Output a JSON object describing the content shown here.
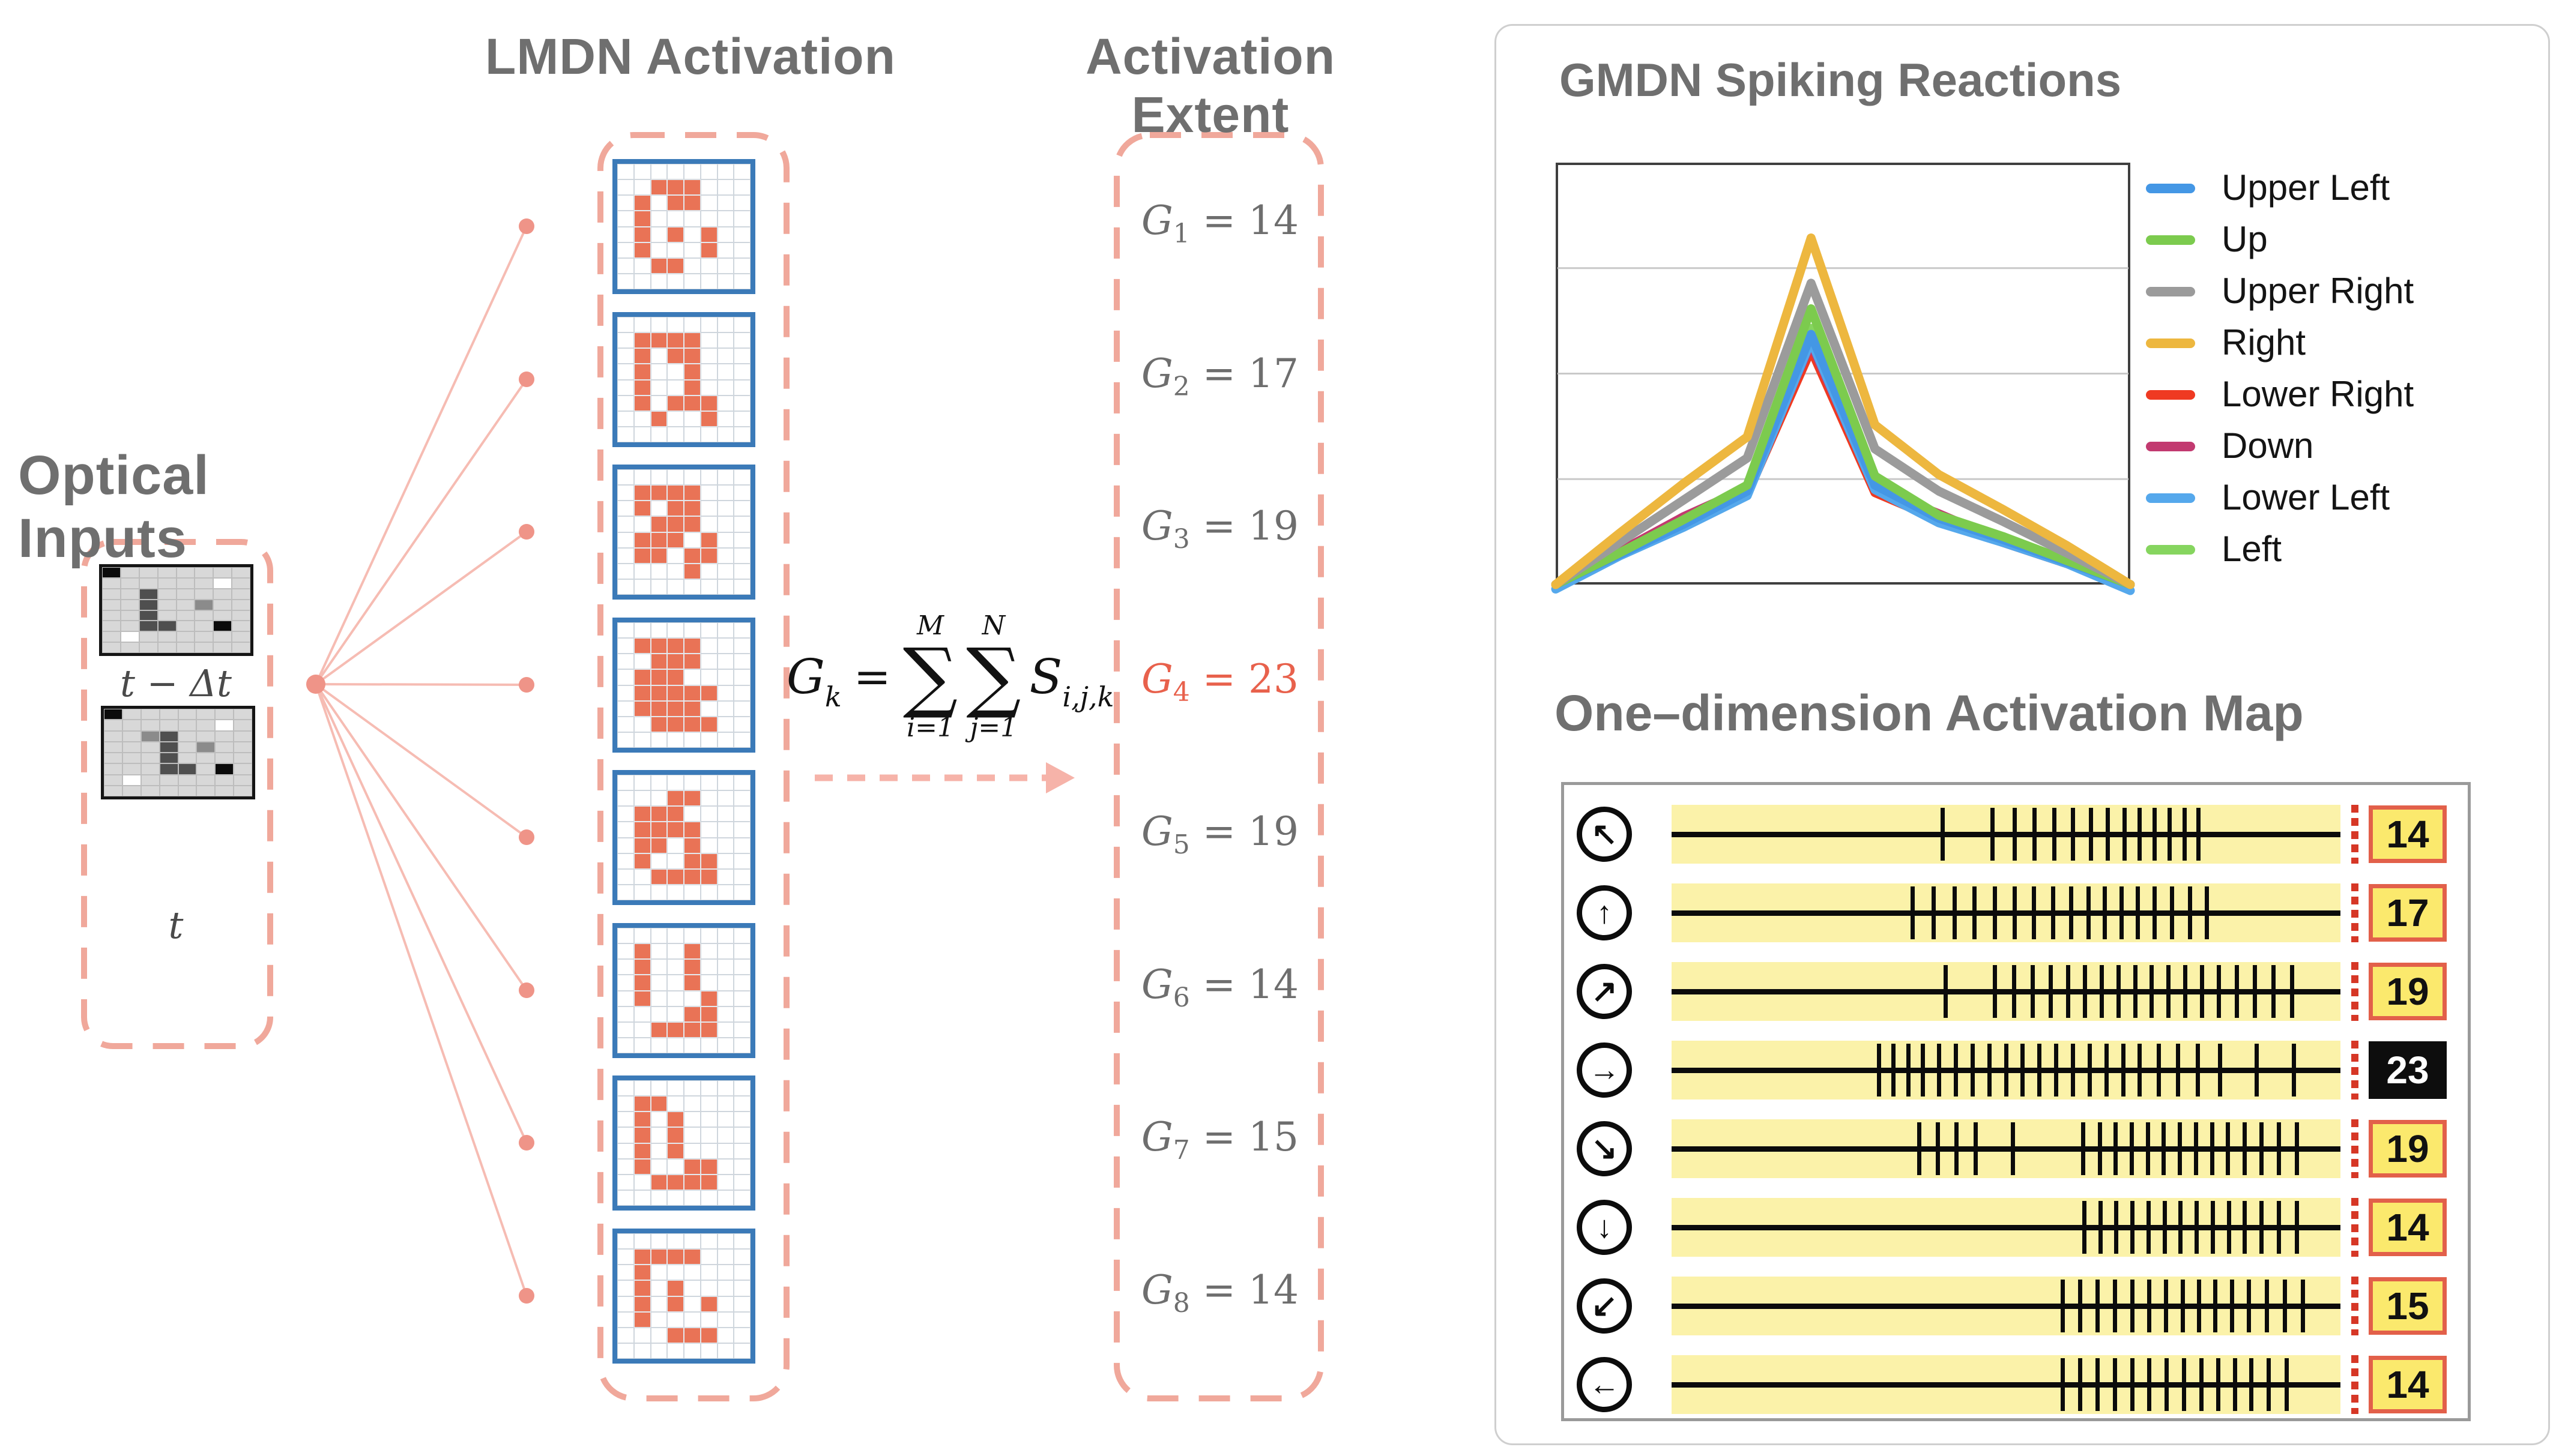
{
  "headings": {
    "optical_inputs": "Optical Inputs",
    "lmdn_activation": "LMDN Activation",
    "activation_extent": "Activation Extent"
  },
  "optical_inputs": {
    "grid_rows": 8,
    "grid_cols": 8,
    "grids": [
      {
        "label": "t − Δt",
        "cells": [
          [
            0,
            0,
            "black"
          ],
          [
            1,
            6,
            "white"
          ],
          [
            2,
            2,
            "dark"
          ],
          [
            3,
            2,
            "dark"
          ],
          [
            3,
            5,
            "mid"
          ],
          [
            4,
            2,
            "dark"
          ],
          [
            5,
            2,
            "dark"
          ],
          [
            5,
            3,
            "dark"
          ],
          [
            5,
            6,
            "black"
          ],
          [
            6,
            1,
            "white"
          ]
        ]
      },
      {
        "label": "t",
        "cells": [
          [
            0,
            0,
            "black"
          ],
          [
            1,
            6,
            "white"
          ],
          [
            2,
            2,
            "mid"
          ],
          [
            2,
            3,
            "dark"
          ],
          [
            3,
            3,
            "dark"
          ],
          [
            3,
            5,
            "mid"
          ],
          [
            4,
            3,
            "dark"
          ],
          [
            5,
            3,
            "dark"
          ],
          [
            5,
            4,
            "dark"
          ],
          [
            5,
            6,
            "black"
          ],
          [
            6,
            1,
            "white"
          ]
        ]
      }
    ]
  },
  "lmdn": {
    "grid_rows": 8,
    "grid_cols": 8,
    "grids": [
      {
        "id": "G1",
        "cells": [
          [
            1,
            2
          ],
          [
            1,
            3
          ],
          [
            1,
            4
          ],
          [
            2,
            1
          ],
          [
            2,
            3
          ],
          [
            2,
            4
          ],
          [
            3,
            1
          ],
          [
            4,
            1
          ],
          [
            4,
            3
          ],
          [
            4,
            5
          ],
          [
            5,
            1
          ],
          [
            5,
            5
          ],
          [
            6,
            2
          ],
          [
            6,
            3
          ]
        ]
      },
      {
        "id": "G2",
        "cells": [
          [
            1,
            1
          ],
          [
            1,
            2
          ],
          [
            1,
            3
          ],
          [
            1,
            4
          ],
          [
            2,
            1
          ],
          [
            2,
            3
          ],
          [
            2,
            4
          ],
          [
            3,
            1
          ],
          [
            3,
            4
          ],
          [
            4,
            1
          ],
          [
            4,
            4
          ],
          [
            5,
            1
          ],
          [
            5,
            3
          ],
          [
            5,
            4
          ],
          [
            5,
            5
          ],
          [
            6,
            2
          ],
          [
            6,
            5
          ]
        ]
      },
      {
        "id": "G3",
        "cells": [
          [
            1,
            1
          ],
          [
            1,
            2
          ],
          [
            1,
            3
          ],
          [
            1,
            4
          ],
          [
            2,
            1
          ],
          [
            2,
            3
          ],
          [
            2,
            4
          ],
          [
            3,
            2
          ],
          [
            3,
            3
          ],
          [
            3,
            4
          ],
          [
            4,
            1
          ],
          [
            4,
            2
          ],
          [
            4,
            3
          ],
          [
            4,
            5
          ],
          [
            5,
            1
          ],
          [
            5,
            2
          ],
          [
            5,
            4
          ],
          [
            5,
            5
          ],
          [
            6,
            4
          ]
        ]
      },
      {
        "id": "G4",
        "cells": [
          [
            1,
            1
          ],
          [
            1,
            2
          ],
          [
            1,
            3
          ],
          [
            1,
            4
          ],
          [
            2,
            2
          ],
          [
            2,
            3
          ],
          [
            2,
            4
          ],
          [
            3,
            1
          ],
          [
            3,
            2
          ],
          [
            3,
            3
          ],
          [
            4,
            1
          ],
          [
            4,
            2
          ],
          [
            4,
            3
          ],
          [
            4,
            4
          ],
          [
            4,
            5
          ],
          [
            5,
            1
          ],
          [
            5,
            2
          ],
          [
            5,
            3
          ],
          [
            5,
            4
          ],
          [
            6,
            2
          ],
          [
            6,
            3
          ],
          [
            6,
            4
          ],
          [
            6,
            5
          ]
        ]
      },
      {
        "id": "G5",
        "cells": [
          [
            1,
            3
          ],
          [
            1,
            4
          ],
          [
            2,
            1
          ],
          [
            2,
            2
          ],
          [
            2,
            3
          ],
          [
            3,
            1
          ],
          [
            3,
            2
          ],
          [
            3,
            3
          ],
          [
            3,
            4
          ],
          [
            4,
            1
          ],
          [
            4,
            2
          ],
          [
            4,
            4
          ],
          [
            5,
            1
          ],
          [
            5,
            4
          ],
          [
            5,
            5
          ],
          [
            6,
            2
          ],
          [
            6,
            3
          ],
          [
            6,
            4
          ],
          [
            6,
            5
          ]
        ]
      },
      {
        "id": "G6",
        "cells": [
          [
            1,
            1
          ],
          [
            1,
            4
          ],
          [
            2,
            1
          ],
          [
            2,
            4
          ],
          [
            3,
            1
          ],
          [
            3,
            4
          ],
          [
            4,
            1
          ],
          [
            4,
            5
          ],
          [
            5,
            4
          ],
          [
            5,
            5
          ],
          [
            6,
            2
          ],
          [
            6,
            3
          ],
          [
            6,
            4
          ],
          [
            6,
            5
          ]
        ]
      },
      {
        "id": "G7",
        "cells": [
          [
            1,
            1
          ],
          [
            1,
            2
          ],
          [
            2,
            1
          ],
          [
            2,
            3
          ],
          [
            3,
            1
          ],
          [
            3,
            3
          ],
          [
            4,
            1
          ],
          [
            4,
            3
          ],
          [
            5,
            1
          ],
          [
            5,
            4
          ],
          [
            5,
            5
          ],
          [
            6,
            2
          ],
          [
            6,
            3
          ],
          [
            6,
            4
          ],
          [
            6,
            5
          ]
        ]
      },
      {
        "id": "G8",
        "cells": [
          [
            1,
            1
          ],
          [
            1,
            2
          ],
          [
            1,
            3
          ],
          [
            1,
            4
          ],
          [
            2,
            1
          ],
          [
            3,
            1
          ],
          [
            3,
            3
          ],
          [
            4,
            1
          ],
          [
            4,
            3
          ],
          [
            4,
            5
          ],
          [
            5,
            1
          ],
          [
            6,
            3
          ],
          [
            6,
            4
          ],
          [
            6,
            5
          ]
        ]
      }
    ]
  },
  "formula": {
    "lhs": "G",
    "lhs_sub": "k",
    "eq": "=",
    "sigma": "∑",
    "sum1_top": "M",
    "sum1_bot": "i=1",
    "sum2_top": "N",
    "sum2_bot": "j=1",
    "rhs": "S",
    "rhs_sub": "i,j,k"
  },
  "activation_extent": {
    "items": [
      {
        "name": "G",
        "sub": "1",
        "value": 14,
        "highlight": false
      },
      {
        "name": "G",
        "sub": "2",
        "value": 17,
        "highlight": false
      },
      {
        "name": "G",
        "sub": "3",
        "value": 19,
        "highlight": false
      },
      {
        "name": "G",
        "sub": "4",
        "value": 23,
        "highlight": true
      },
      {
        "name": "G",
        "sub": "5",
        "value": 19,
        "highlight": false
      },
      {
        "name": "G",
        "sub": "6",
        "value": 14,
        "highlight": false
      },
      {
        "name": "G",
        "sub": "7",
        "value": 15,
        "highlight": false
      },
      {
        "name": "G",
        "sub": "8",
        "value": 14,
        "highlight": false
      }
    ]
  },
  "chart_data": {
    "type": "line",
    "title": "GMDN Spiking Reactions",
    "x": [
      0,
      1,
      2,
      3,
      4,
      5,
      6,
      7,
      8,
      9
    ],
    "xlabel": "",
    "ylabel": "",
    "ylim": [
      0,
      28
    ],
    "gridlines": [
      7,
      14,
      21
    ],
    "grid_on": true,
    "legend_position": "right",
    "series": [
      {
        "name": "Upper Left",
        "color": "#4497e5",
        "values": [
          0,
          2.0,
          4.0,
          6.2,
          16.6,
          6.6,
          4.4,
          3.0,
          1.5,
          0
        ]
      },
      {
        "name": "Up",
        "color": "#7ccb4e",
        "values": [
          0,
          2.1,
          4.3,
          6.6,
          18.3,
          7.2,
          4.6,
          3.2,
          1.6,
          0
        ]
      },
      {
        "name": "Upper Right",
        "color": "#9b9b9b",
        "values": [
          0,
          2.8,
          5.6,
          8.4,
          20.0,
          9.0,
          6.2,
          4.2,
          2.1,
          0
        ]
      },
      {
        "name": "Right",
        "color": "#edb73f",
        "values": [
          0,
          3.4,
          6.7,
          9.8,
          23.0,
          10.6,
          7.3,
          5.0,
          2.6,
          0
        ]
      },
      {
        "name": "Lower Right",
        "color": "#ef3a22",
        "values": [
          0,
          2.1,
          4.2,
          6.0,
          15.6,
          6.1,
          4.3,
          2.8,
          1.4,
          0
        ]
      },
      {
        "name": "Down",
        "color": "#c23a70",
        "values": [
          0,
          2.2,
          4.5,
          6.4,
          16.0,
          6.4,
          4.7,
          2.9,
          1.5,
          0
        ]
      },
      {
        "name": "Lower Left",
        "color": "#55a8ec",
        "values": [
          -0.3,
          1.9,
          3.8,
          5.9,
          16.2,
          6.3,
          4.1,
          2.8,
          1.4,
          -0.4
        ]
      },
      {
        "name": "Left",
        "color": "#86d55f",
        "values": [
          0,
          2.0,
          4.1,
          6.3,
          17.0,
          6.9,
          4.5,
          3.1,
          1.6,
          0
        ]
      }
    ],
    "draw_order": [
      "Lower Right",
      "Down",
      "Left",
      "Lower Left",
      "Upper Left",
      "Up",
      "Upper Right",
      "Right"
    ]
  },
  "activation_map": {
    "title": "One–dimension Activation Map",
    "rows": [
      {
        "direction": "upper-left",
        "arrow": "↖",
        "value": 14,
        "highlight": false,
        "spikes": [
          0.405,
          0.48,
          0.513,
          0.543,
          0.572,
          0.6,
          0.627,
          0.652,
          0.677,
          0.7,
          0.722,
          0.745,
          0.767,
          0.788
        ]
      },
      {
        "direction": "up",
        "arrow": "↑",
        "value": 17,
        "highlight": false,
        "spikes": [
          0.36,
          0.392,
          0.423,
          0.453,
          0.483,
          0.513,
          0.542,
          0.57,
          0.597,
          0.623,
          0.648,
          0.673,
          0.697,
          0.722,
          0.748,
          0.775,
          0.8
        ]
      },
      {
        "direction": "upper-right",
        "arrow": "↗",
        "value": 19,
        "highlight": false,
        "spikes": [
          0.41,
          0.483,
          0.512,
          0.54,
          0.567,
          0.593,
          0.618,
          0.643,
          0.668,
          0.693,
          0.718,
          0.743,
          0.768,
          0.793,
          0.818,
          0.845,
          0.872,
          0.9,
          0.928
        ]
      },
      {
        "direction": "right",
        "arrow": "→",
        "value": 23,
        "highlight": true,
        "spikes": [
          0.31,
          0.332,
          0.354,
          0.376,
          0.4,
          0.425,
          0.45,
          0.475,
          0.5,
          0.525,
          0.55,
          0.575,
          0.6,
          0.625,
          0.65,
          0.675,
          0.7,
          0.728,
          0.757,
          0.787,
          0.82,
          0.875,
          0.93
        ]
      },
      {
        "direction": "lower-right",
        "arrow": "↘",
        "value": 19,
        "highlight": false,
        "spikes": [
          0.37,
          0.398,
          0.426,
          0.455,
          0.51,
          0.615,
          0.64,
          0.664,
          0.688,
          0.712,
          0.736,
          0.76,
          0.784,
          0.808,
          0.832,
          0.857,
          0.882,
          0.908,
          0.935
        ]
      },
      {
        "direction": "down",
        "arrow": "↓",
        "value": 14,
        "highlight": false,
        "spikes": [
          0.617,
          0.641,
          0.665,
          0.689,
          0.713,
          0.737,
          0.761,
          0.785,
          0.809,
          0.833,
          0.857,
          0.882,
          0.908,
          0.935
        ]
      },
      {
        "direction": "lower-left",
        "arrow": "↙",
        "value": 15,
        "highlight": false,
        "spikes": [
          0.585,
          0.611,
          0.637,
          0.663,
          0.689,
          0.714,
          0.739,
          0.764,
          0.789,
          0.813,
          0.838,
          0.863,
          0.89,
          0.917,
          0.944
        ]
      },
      {
        "direction": "left",
        "arrow": "←",
        "value": 14,
        "highlight": false,
        "spikes": [
          0.585,
          0.611,
          0.637,
          0.663,
          0.689,
          0.714,
          0.74,
          0.766,
          0.792,
          0.817,
          0.842,
          0.867,
          0.893,
          0.92
        ]
      }
    ]
  },
  "colors": {
    "salmon_cell": "#e97356",
    "dash_box": "#f0a89b",
    "fan_line": "#f6bcb3",
    "dot": "#ef9488",
    "grid_border_blue": "#3b7ab8",
    "highlight_red": "#e8614c",
    "band_yellow": "#fbf2a9",
    "value_box_bg": "#fbe96d",
    "value_box_border": "#e2604a",
    "value_box_highlight_bg": "#0d0d0d",
    "title_gray": "#6f6f6f",
    "chart_border": "#3f3f3f",
    "map_border": "#9a9a9a",
    "red_dash": "#d63726",
    "panel_border": "#cfcfcf"
  }
}
